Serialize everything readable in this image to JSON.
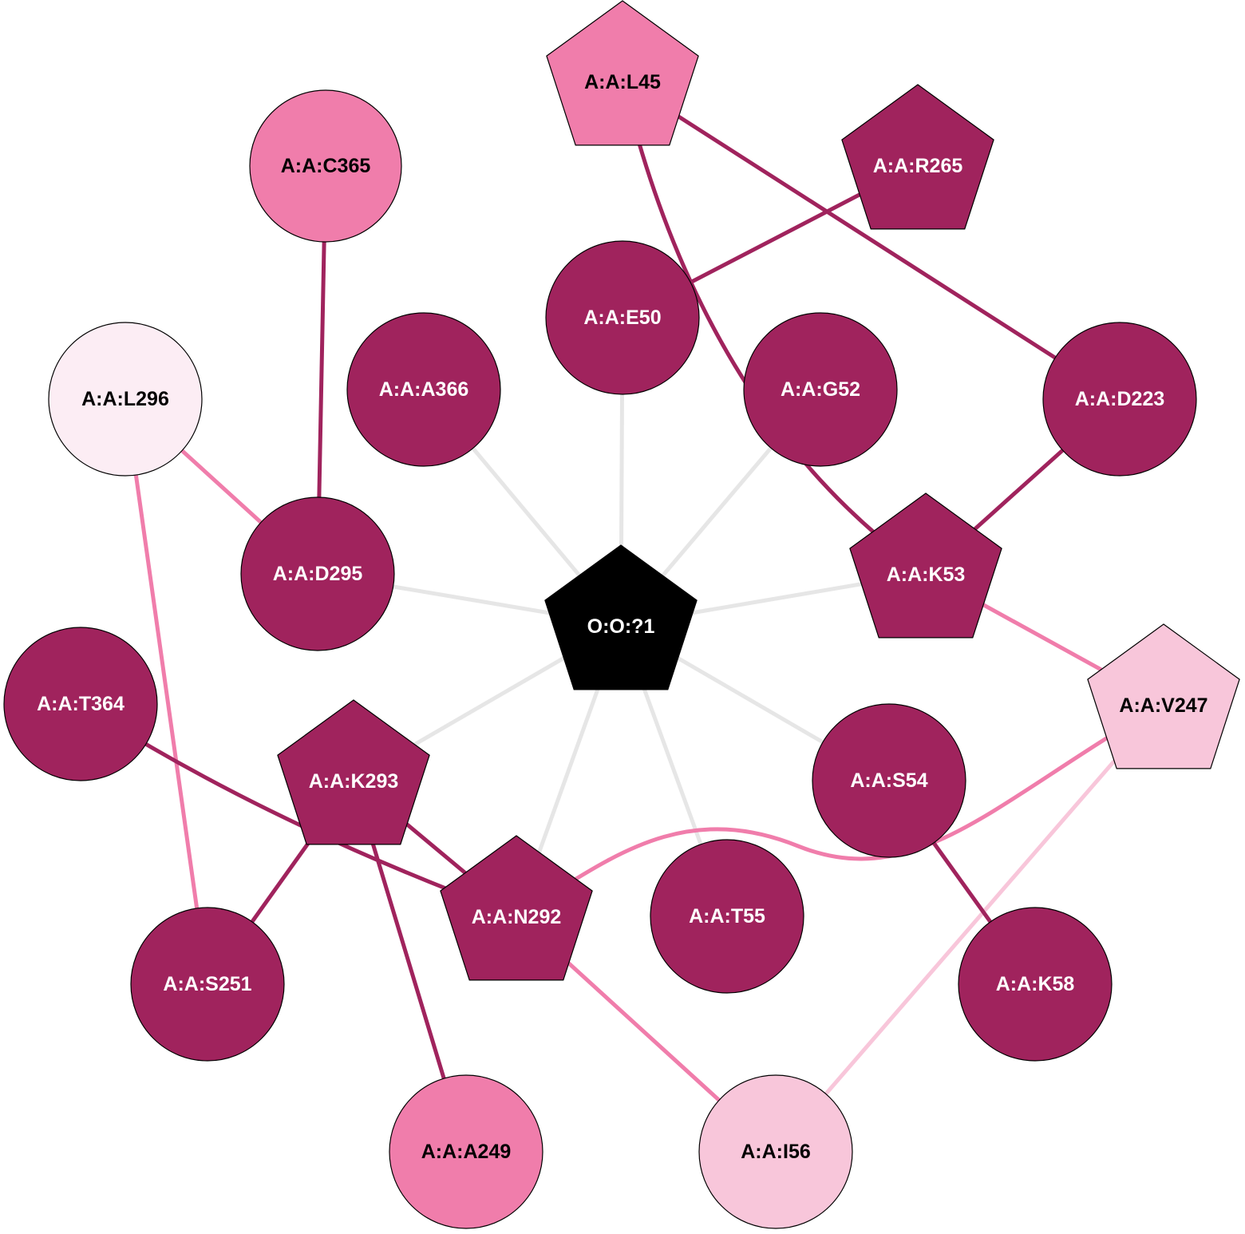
{
  "colors": {
    "dark": "#a0235d",
    "medium": "#f07dab",
    "light": "#f8c6da",
    "pale": "#fcedf4",
    "center": "#000000",
    "neutral": "#e6e6e6"
  },
  "nodes": [
    {
      "id": "O:O:?1",
      "label": "O:O:?1",
      "shape": "pentagon",
      "color": "center",
      "text": "white"
    },
    {
      "id": "A:A:L45",
      "label": "A:A:L45",
      "shape": "pentagon",
      "color": "medium",
      "text": "black"
    },
    {
      "id": "A:A:R265",
      "label": "A:A:R265",
      "shape": "pentagon",
      "color": "dark",
      "text": "white"
    },
    {
      "id": "A:A:C365",
      "label": "A:A:C365",
      "shape": "circle",
      "color": "medium",
      "text": "black"
    },
    {
      "id": "A:A:E50",
      "label": "A:A:E50",
      "shape": "circle",
      "color": "dark",
      "text": "white"
    },
    {
      "id": "A:A:A366",
      "label": "A:A:A366",
      "shape": "circle",
      "color": "dark",
      "text": "white"
    },
    {
      "id": "A:A:G52",
      "label": "A:A:G52",
      "shape": "circle",
      "color": "dark",
      "text": "white"
    },
    {
      "id": "A:A:L296",
      "label": "A:A:L296",
      "shape": "circle",
      "color": "pale",
      "text": "black"
    },
    {
      "id": "A:A:D223",
      "label": "A:A:D223",
      "shape": "circle",
      "color": "dark",
      "text": "white"
    },
    {
      "id": "A:A:D295",
      "label": "A:A:D295",
      "shape": "circle",
      "color": "dark",
      "text": "white"
    },
    {
      "id": "A:A:K53",
      "label": "A:A:K53",
      "shape": "pentagon",
      "color": "dark",
      "text": "white"
    },
    {
      "id": "A:A:T364",
      "label": "A:A:T364",
      "shape": "circle",
      "color": "dark",
      "text": "white"
    },
    {
      "id": "A:A:V247",
      "label": "A:A:V247",
      "shape": "pentagon",
      "color": "light",
      "text": "black"
    },
    {
      "id": "A:A:K293",
      "label": "A:A:K293",
      "shape": "pentagon",
      "color": "dark",
      "text": "white"
    },
    {
      "id": "A:A:S54",
      "label": "A:A:S54",
      "shape": "circle",
      "color": "dark",
      "text": "white"
    },
    {
      "id": "A:A:N292",
      "label": "A:A:N292",
      "shape": "pentagon",
      "color": "dark",
      "text": "white"
    },
    {
      "id": "A:A:T55",
      "label": "A:A:T55",
      "shape": "circle",
      "color": "dark",
      "text": "white"
    },
    {
      "id": "A:A:S251",
      "label": "A:A:S251",
      "shape": "circle",
      "color": "dark",
      "text": "white"
    },
    {
      "id": "A:A:K58",
      "label": "A:A:K58",
      "shape": "circle",
      "color": "dark",
      "text": "white"
    },
    {
      "id": "A:A:A249",
      "label": "A:A:A249",
      "shape": "circle",
      "color": "medium",
      "text": "black"
    },
    {
      "id": "A:A:I56",
      "label": "A:A:I56",
      "shape": "circle",
      "color": "light",
      "text": "black"
    }
  ],
  "edges": [
    {
      "from": "O:O:?1",
      "to": "A:A:E50",
      "color": "neutral"
    },
    {
      "from": "O:O:?1",
      "to": "A:A:A366",
      "color": "neutral"
    },
    {
      "from": "O:O:?1",
      "to": "A:A:G52",
      "color": "neutral"
    },
    {
      "from": "O:O:?1",
      "to": "A:A:D295",
      "color": "neutral"
    },
    {
      "from": "O:O:?1",
      "to": "A:A:K53",
      "color": "neutral"
    },
    {
      "from": "O:O:?1",
      "to": "A:A:K293",
      "color": "neutral"
    },
    {
      "from": "O:O:?1",
      "to": "A:A:S54",
      "color": "neutral"
    },
    {
      "from": "O:O:?1",
      "to": "A:A:N292",
      "color": "neutral"
    },
    {
      "from": "O:O:?1",
      "to": "A:A:T55",
      "color": "neutral"
    },
    {
      "from": "A:A:L45",
      "to": "A:A:D223",
      "color": "dark"
    },
    {
      "from": "A:A:L45",
      "to": "A:A:K53",
      "color": "dark"
    },
    {
      "from": "A:A:R265",
      "to": "A:A:E50",
      "color": "dark"
    },
    {
      "from": "A:A:C365",
      "to": "A:A:D295",
      "color": "dark"
    },
    {
      "from": "A:A:L296",
      "to": "A:A:D295",
      "color": "medium"
    },
    {
      "from": "A:A:L296",
      "to": "A:A:S251",
      "color": "medium"
    },
    {
      "from": "A:A:D223",
      "to": "A:A:K53",
      "color": "dark"
    },
    {
      "from": "A:A:K53",
      "to": "A:A:V247",
      "color": "medium"
    },
    {
      "from": "A:A:T364",
      "to": "A:A:N292",
      "color": "dark"
    },
    {
      "from": "A:A:K293",
      "to": "A:A:N292",
      "color": "dark"
    },
    {
      "from": "A:A:K293",
      "to": "A:A:S251",
      "color": "dark"
    },
    {
      "from": "A:A:K293",
      "to": "A:A:A249",
      "color": "dark"
    },
    {
      "from": "A:A:V247",
      "to": "A:A:N292",
      "color": "medium"
    },
    {
      "from": "A:A:V247",
      "to": "A:A:I56",
      "color": "light"
    },
    {
      "from": "A:A:S54",
      "to": "A:A:K58",
      "color": "dark"
    },
    {
      "from": "A:A:N292",
      "to": "A:A:I56",
      "color": "medium"
    }
  ]
}
